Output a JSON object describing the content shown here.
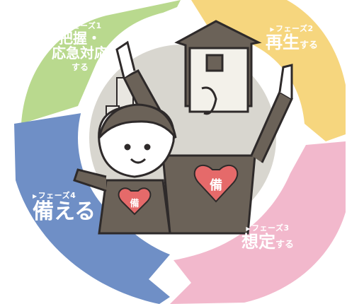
{
  "colors": {
    "phase1": "#b9d98e",
    "phase2": "#f6d67e",
    "phase3": "#f2b8cc",
    "phase4": "#6f8fc6",
    "accent_heart": "#e56a6a",
    "line": "#2e2a2a"
  },
  "phases": [
    {
      "tag": "フェーズ1",
      "main_line1": "把握・",
      "main_line2": "応急対応",
      "suffix": "する"
    },
    {
      "tag": "フェーズ2",
      "main": "再生",
      "suffix": "する"
    },
    {
      "tag": "フェーズ3",
      "main": "想定",
      "suffix": "する"
    },
    {
      "tag": "フェーズ4",
      "main": "備える"
    }
  ],
  "illustration": {
    "heart_label": "備"
  }
}
